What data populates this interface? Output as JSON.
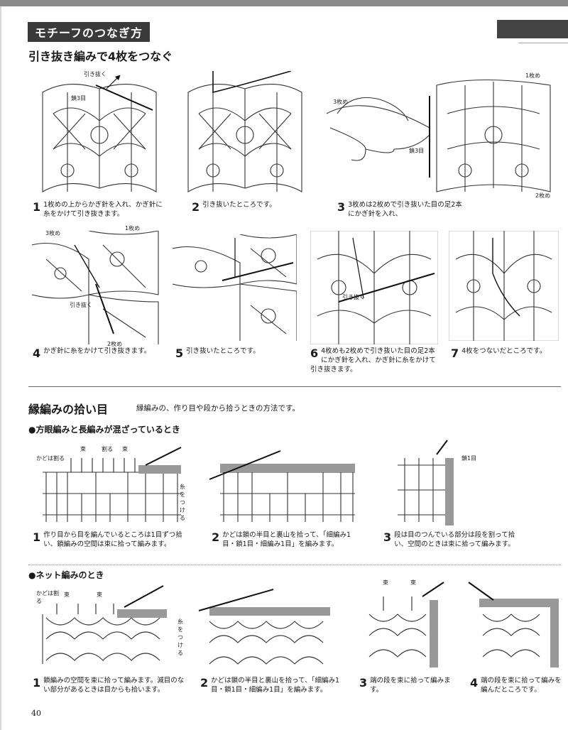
{
  "section_title": "モチーフのつなぎ方",
  "join": {
    "heading": "引き抜き編みで4枚をつなぐ",
    "steps": [
      {
        "num": "1",
        "text": "1枚めの上からかぎ針を入れ、かぎ針に糸をかけて引き抜きます。"
      },
      {
        "num": "2",
        "text": "引き抜いたところです。"
      },
      {
        "num": "3",
        "text": "3枚めは2枚めで引き抜いた目の足2本にかぎ針を入れ、"
      },
      {
        "num": "4",
        "text": "かぎ針に糸をかけて引き抜きます。"
      },
      {
        "num": "5",
        "text": "引き抜いたところです。"
      },
      {
        "num": "6",
        "text": "4枚めも2枚めで引き抜いた目の足2本にかぎ針を入れ、かぎ針に糸をかけて引き抜きます。"
      },
      {
        "num": "7",
        "text": "4枚をつないだところです。"
      }
    ],
    "labels": {
      "hikinuku": "引き抜く",
      "kusari3": "鎖3目",
      "mai1": "1枚め",
      "mai2": "2枚め",
      "mai3": "3枚め"
    }
  },
  "edge": {
    "heading": "縁編みの拾い目",
    "note": "縁編みの、作り目や段から拾うときの方法です。",
    "sub1": {
      "heading": "●方眼編みと長編みが混ざっているとき",
      "steps": [
        {
          "num": "1",
          "text": "作り目から目を編んでいるところは1目ずつ拾い、鎖編みの空間は束に拾って編みます。"
        },
        {
          "num": "2",
          "text": "かどは鎖の半目と裏山を拾って、「細編み1目・鎖1目・細編み1目」を編みます。"
        },
        {
          "num": "3",
          "text": "段は目のつんでいる部分は段を割って拾い、空間のときは束に拾って編みます。"
        }
      ],
      "labels": {
        "kadowaru": "かどは割る",
        "soku": "束",
        "waru": "割る",
        "itotsukeru": "糸をつける",
        "kusari1": "鎖1目"
      }
    },
    "sub2": {
      "heading": "●ネット編みのとき",
      "steps": [
        {
          "num": "1",
          "text": "鎖編みの空間を束に拾って編みます。減目のない部分があるときは目からも拾います。"
        },
        {
          "num": "2",
          "text": "かどは鎖の半目と裏山を拾って、「細編み1目・鎖1目・細編み1目」を編みます。"
        },
        {
          "num": "3",
          "text": "端の段を束に拾って編みます。"
        },
        {
          "num": "4",
          "text": "端の段を束に拾って編みを編んだところです。"
        }
      ],
      "labels": {
        "kadowaru": "かどは割る",
        "soku": "束",
        "itotsukeru": "糸をつける"
      }
    }
  },
  "page_number": "40"
}
